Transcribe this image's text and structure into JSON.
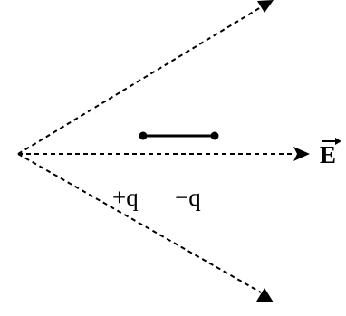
{
  "charges": {
    "positive": "+q",
    "negative": "−q"
  },
  "field": {
    "symbol": "E"
  },
  "colors": {
    "ink": "#000000",
    "background": "#ffffff"
  }
}
